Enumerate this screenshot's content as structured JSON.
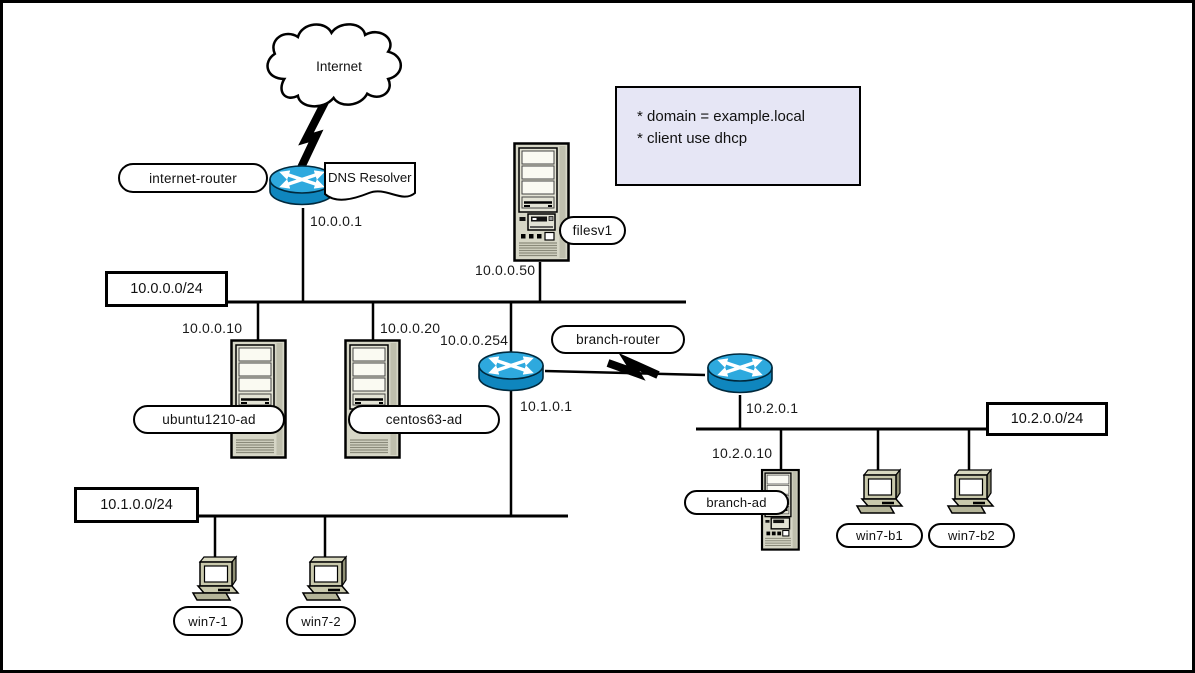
{
  "internet": {
    "label": "Internet"
  },
  "note_box": {
    "line1": "* domain = example.local",
    "line2": "* client use dhcp"
  },
  "devices": {
    "internet_router": {
      "name": "internet-router",
      "ip": "10.0.0.1",
      "attachment": "DNS Resolver"
    },
    "filesv1": {
      "name": "filesv1",
      "ip": "10.0.0.50"
    },
    "ubuntu1210_ad": {
      "name": "ubuntu1210-ad",
      "ip": "10.0.0.10"
    },
    "centos63_ad": {
      "name": "centos63-ad",
      "ip": "10.0.0.20"
    },
    "branch_router_hq": {
      "name": "branch-router",
      "wan_ip": "10.0.0.254",
      "lan_ip": "10.1.0.1"
    },
    "branch_router_branch": {
      "ip": "10.2.0.1"
    },
    "branch_ad": {
      "name": "branch-ad",
      "ip": "10.2.0.10"
    },
    "win7_1": {
      "name": "win7-1"
    },
    "win7_2": {
      "name": "win7-2"
    },
    "win7_b1": {
      "name": "win7-b1"
    },
    "win7_b2": {
      "name": "win7-b2"
    }
  },
  "networks": {
    "hq_lan": {
      "cidr": "10.0.0.0/24"
    },
    "hq_client_lan": {
      "cidr": "10.1.0.0/24"
    },
    "branch_lan": {
      "cidr": "10.2.0.0/24"
    }
  },
  "colors": {
    "router_top": "#2EA9DE",
    "router_body": "#0F86BE",
    "device_beige": "#D6D6C6",
    "note_bg": "#E6E6F5",
    "line": "#000000"
  }
}
